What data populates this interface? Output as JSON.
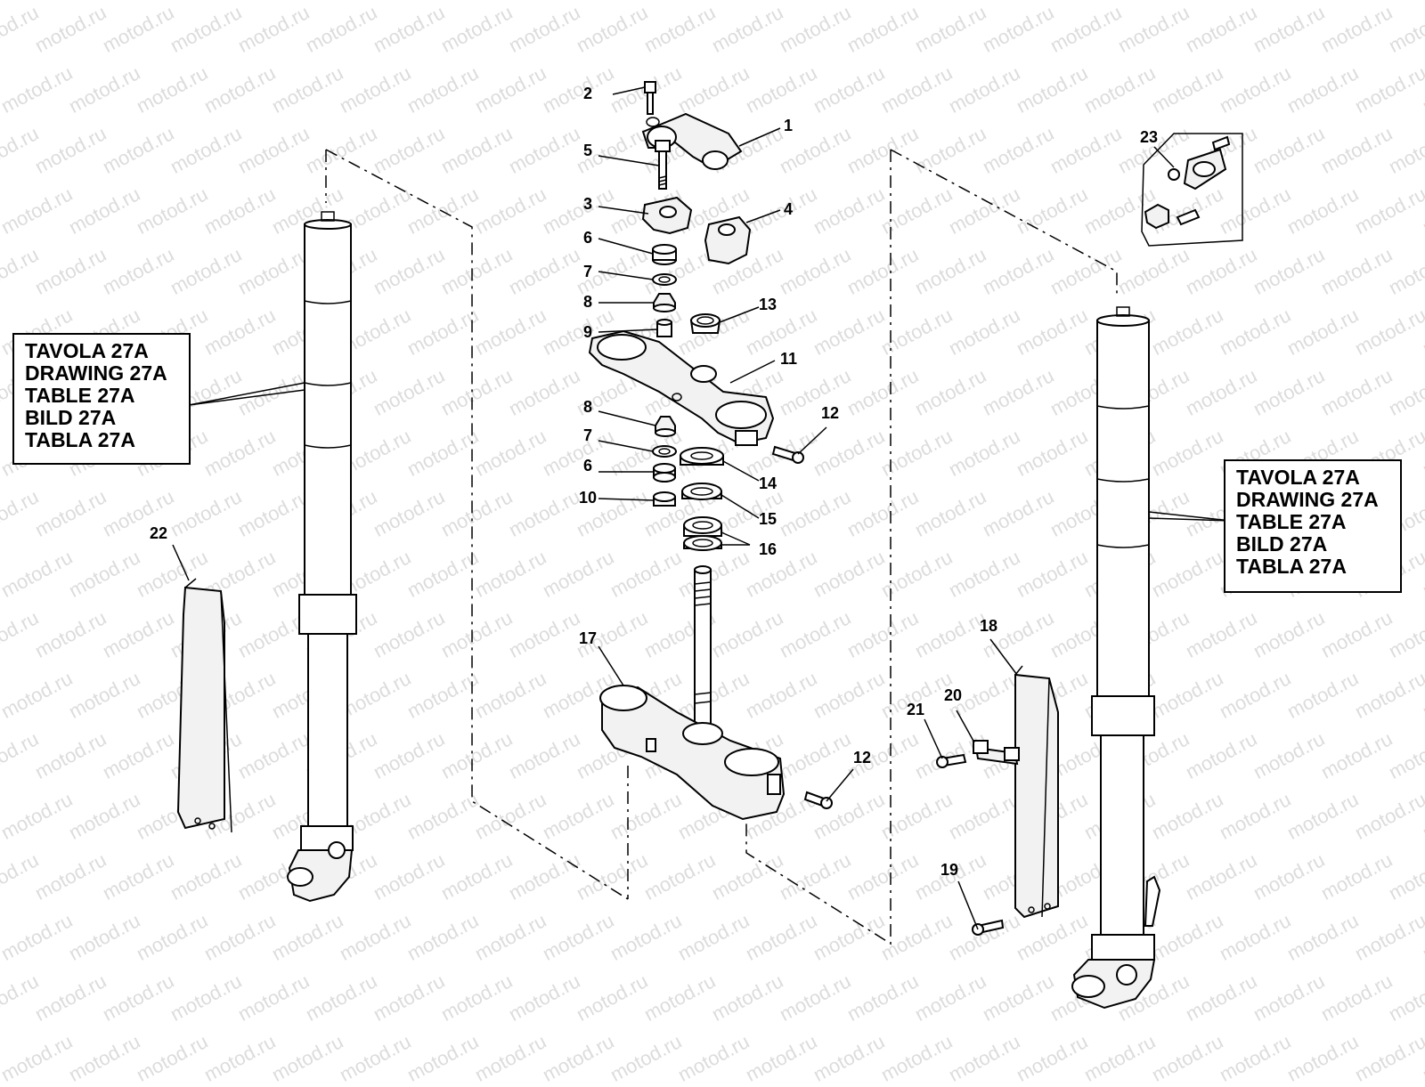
{
  "watermark": {
    "text": "motod.ru",
    "color": "#dcdcdc"
  },
  "reference_left": {
    "lines": [
      "TAVOLA 27A",
      "DRAWING 27A",
      "TABLE 27A",
      "BILD 27A",
      "TABLA 27A"
    ]
  },
  "reference_right": {
    "lines": [
      "TAVOLA 27A",
      "DRAWING 27A",
      "TABLE 27A",
      "BILD 27A",
      "TABLA 27A"
    ]
  },
  "callouts": {
    "c1": "1",
    "c2": "2",
    "c3": "3",
    "c4": "4",
    "c5": "5",
    "c6a": "6",
    "c7a": "7",
    "c8a": "8",
    "c9": "9",
    "c11": "11",
    "c12a": "12",
    "c13": "13",
    "c8b": "8",
    "c7b": "7",
    "c6b": "6",
    "c10": "10",
    "c14": "14",
    "c15": "15",
    "c16": "16",
    "c17": "17",
    "c12b": "12",
    "c18": "18",
    "c19": "19",
    "c20": "20",
    "c21": "21",
    "c22": "22",
    "c23": "23"
  }
}
